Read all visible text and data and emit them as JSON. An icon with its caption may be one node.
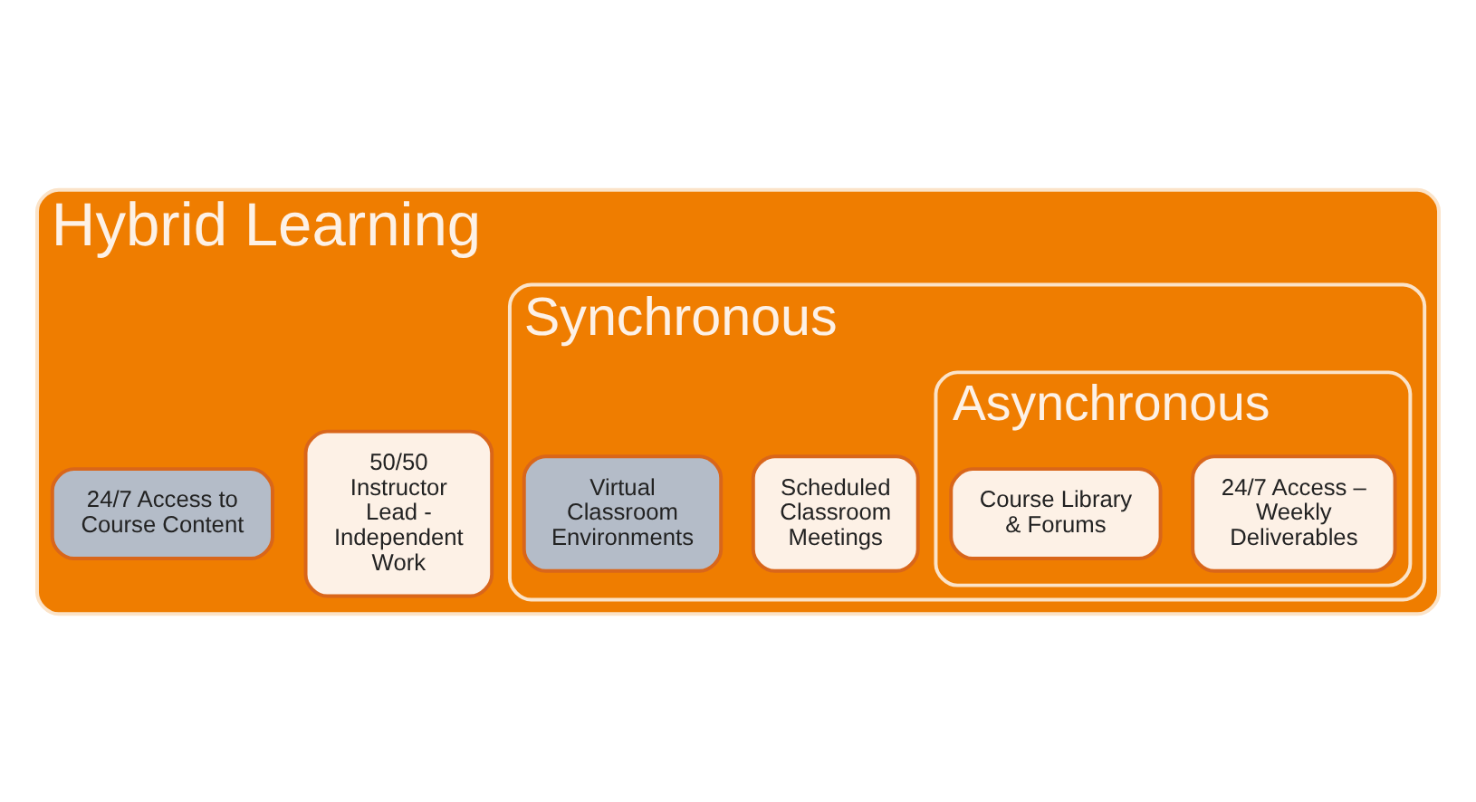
{
  "diagram": {
    "nodes": [
      {
        "text": [
          "Hybrid Learning"
        ]
      },
      {
        "text": [
          "50/50 Instructor Lead - Independent Work"
        ],
        "in": 0
      },
      {
        "text": [
          "24/7 Access to Course Content"
        ],
        "in": 0
      },
      {
        "text": [
          "Synchronous"
        ],
        "in": 0
      },
      {
        "text": [
          "Scheduled Classroom Meetings"
        ],
        "in": 3
      },
      {
        "text": [
          "Virtual Classroom Environments"
        ],
        "in": 3
      },
      {
        "text": [
          "Asynchronous"
        ],
        "in": 3
      },
      {
        "text": [
          "24/7 Access – Weekly Deliverables"
        ],
        "in": 6
      },
      {
        "text": [
          "Course Library & Forums"
        ],
        "in": 6
      }
    ]
  }
}
